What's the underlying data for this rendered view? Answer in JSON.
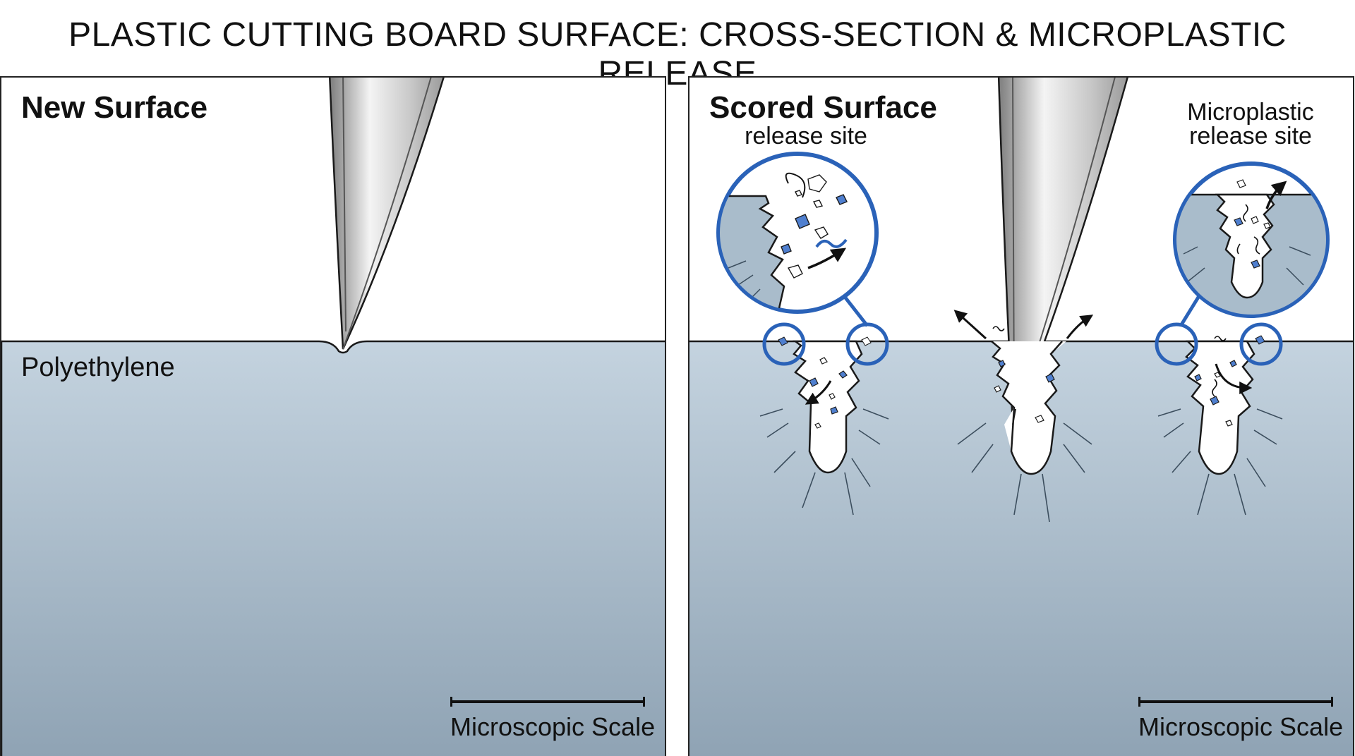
{
  "title": "PLASTIC CUTTING BOARD SURFACE: CROSS-SECTION & MICROPLASTIC RELEASE",
  "panels": {
    "left": {
      "label": "New Surface",
      "material": "Polyethylene",
      "scale": "Microscopic Scale"
    },
    "right": {
      "label": "Scored Surface",
      "callout_left": "release site",
      "callout_right_line1": "Microplastic",
      "callout_right_line2": "release site",
      "scale": "Microscopic Scale"
    }
  },
  "colors": {
    "plastic_top": "#c4d3df",
    "plastic_bottom": "#8fa3b4",
    "outline": "#1a1a1a",
    "magnifier": "#2a62b8",
    "particle_blue": "#4f7fcf",
    "blade_light": "#f2f2f2",
    "blade_dark": "#8e8e8e"
  },
  "icons": [
    "knife-blade-icon",
    "magnifier-circle-icon",
    "release-arrow-icon"
  ]
}
